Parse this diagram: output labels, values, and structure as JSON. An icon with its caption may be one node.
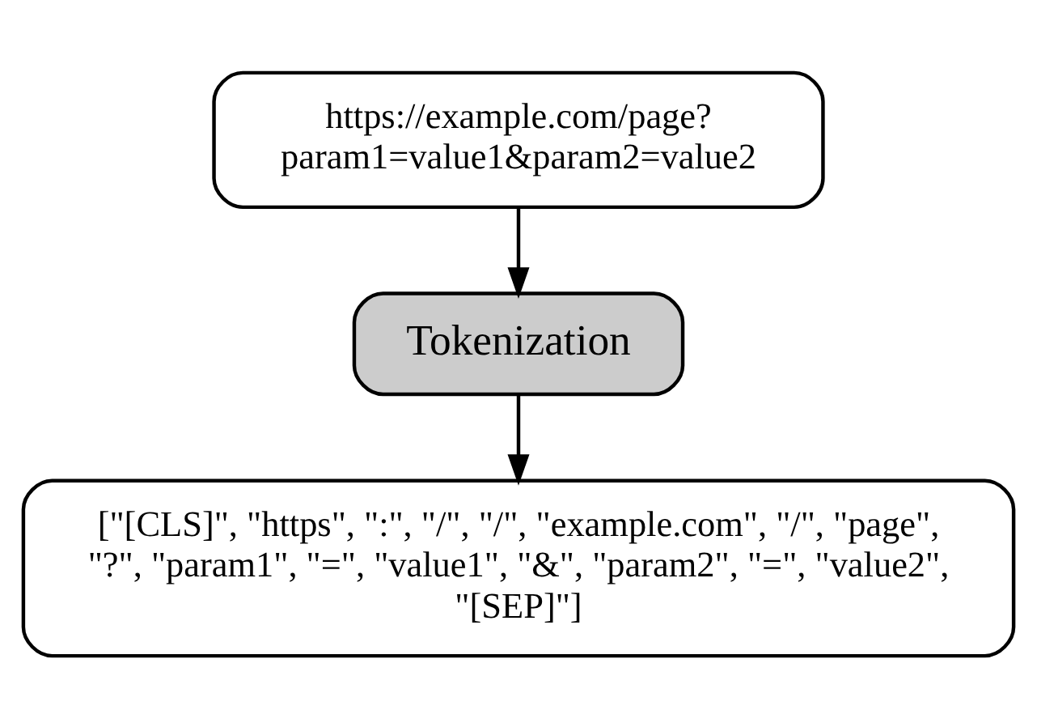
{
  "diagram": {
    "nodes": [
      {
        "text": [
          "https://example.com/page? param1=value1&param2=value2"
        ]
      },
      {
        "text": [
          "Tokenization"
        ]
      },
      {
        "text": [
          "[\"[CLS]\", \"https\", \":\", \"/\", \"/\", \"example.com\", \"/\", \"page\", \"?\", \"param1\", \"=\", \"value1\", \"&\", \"param2\", \"=\", \"value2\", \"[SEP]\"]"
        ]
      }
    ],
    "edges": [
      {
        "from": 0,
        "to": 1,
        "arrow": "to"
      },
      {
        "from": 1,
        "to": 2,
        "arrow": "to"
      }
    ]
  }
}
